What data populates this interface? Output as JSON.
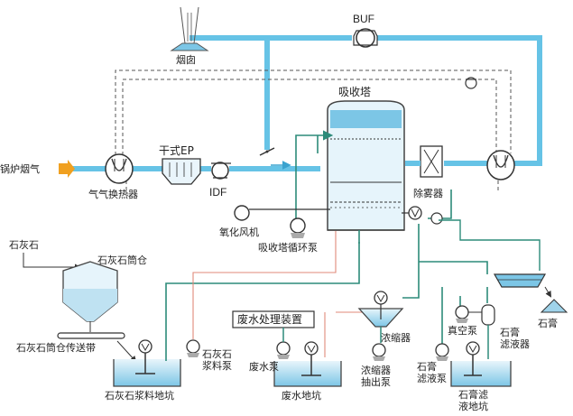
{
  "labels": {
    "chimney": "烟囱",
    "buf": "BUF",
    "boiler_gas": "锅炉烟气",
    "gas_heat_exchanger": "气气换热器",
    "dry_ep": "干式EP",
    "idf": "IDF",
    "absorber": "吸收塔",
    "mist_eliminator": "除雾器",
    "oxidation_fan": "氧化风机",
    "absorber_circ_pump": "吸收塔循环泵",
    "limestone": "石灰石",
    "limestone_silo": "石灰石筒仓",
    "silo_conveyor": "石灰石筒仓传送带",
    "limestone_slurry_pump": "石灰石\n浆料泵",
    "limestone_slurry_pit": "石灰石浆料地坑",
    "wastewater_treatment": "废水处理装置",
    "wastewater_pump": "废水泵",
    "wastewater_pit": "废水地坑",
    "thickener": "浓缩器",
    "thickener_pump": "浓缩器\n抽出泵",
    "gypsum_filtrate_pump": "石膏\n滤液泵",
    "vacuum_pump": "真空泵",
    "gypsum_filter": "石膏\n滤液器",
    "gypsum": "石膏",
    "gypsum_filtrate_pit": "石膏滤\n液地坑"
  },
  "colors": {
    "gas_duct": "#66c3e6",
    "slurry_line": "#2d8b7a",
    "water_line": "#e08a7a",
    "dashed_line": "#555555",
    "vessel_fill": "#cfe9f5",
    "vessel_stroke": "#4a4a4a",
    "arrow_in": "#f0a020"
  }
}
